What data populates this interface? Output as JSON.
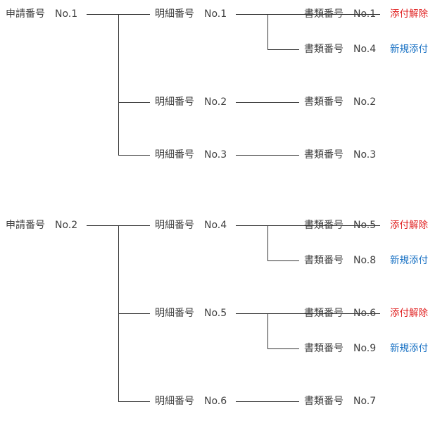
{
  "colors": {
    "text": "#404040",
    "line": "#333333",
    "remove_tag": "#e02020",
    "new_tag": "#1a72c4"
  },
  "tags": {
    "remove": "添付解除",
    "new": "新規添付"
  },
  "trees": [
    {
      "label": "申請番号　No.1",
      "details": [
        {
          "label": "明細番号　No.1",
          "docs": [
            {
              "label": "書類番号　No.1",
              "status": "remove"
            },
            {
              "label": "書類番号　No.4",
              "status": "new"
            }
          ]
        },
        {
          "label": "明細番号　No.2",
          "docs": [
            {
              "label": "書類番号　No.2",
              "status": "none"
            }
          ]
        },
        {
          "label": "明細番号　No.3",
          "docs": [
            {
              "label": "書類番号　No.3",
              "status": "none"
            }
          ]
        }
      ]
    },
    {
      "label": "申請番号　No.2",
      "details": [
        {
          "label": "明細番号　No.4",
          "docs": [
            {
              "label": "書類番号　No.5",
              "status": "remove"
            },
            {
              "label": "書類番号　No.8",
              "status": "new"
            }
          ]
        },
        {
          "label": "明細番号　No.5",
          "docs": [
            {
              "label": "書類番号　No.6",
              "status": "remove"
            },
            {
              "label": "書類番号　No.9",
              "status": "new"
            }
          ]
        },
        {
          "label": "明細番号　No.6",
          "docs": [
            {
              "label": "書類番号　No.7",
              "status": "none"
            }
          ]
        }
      ]
    }
  ]
}
